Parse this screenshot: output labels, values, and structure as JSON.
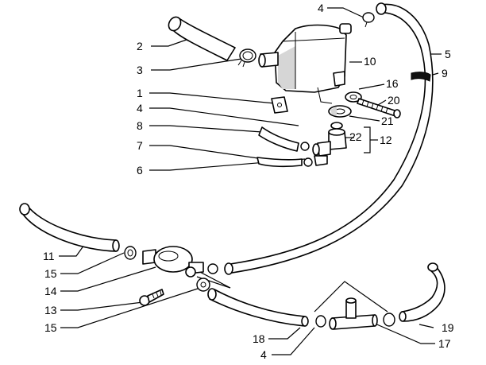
{
  "callouts": [
    {
      "id": "c4a",
      "text": "4"
    },
    {
      "id": "c5",
      "text": "5"
    },
    {
      "id": "c9",
      "text": "9"
    },
    {
      "id": "c2",
      "text": "2"
    },
    {
      "id": "c3",
      "text": "3"
    },
    {
      "id": "c10",
      "text": "10"
    },
    {
      "id": "c1",
      "text": "1"
    },
    {
      "id": "c16",
      "text": "16"
    },
    {
      "id": "c20",
      "text": "20"
    },
    {
      "id": "c4b",
      "text": "4"
    },
    {
      "id": "c21",
      "text": "21"
    },
    {
      "id": "c8",
      "text": "8"
    },
    {
      "id": "c22",
      "text": "22"
    },
    {
      "id": "c12",
      "text": "12"
    },
    {
      "id": "c7",
      "text": "7"
    },
    {
      "id": "c6",
      "text": "6"
    },
    {
      "id": "c11",
      "text": "11"
    },
    {
      "id": "c15a",
      "text": "15"
    },
    {
      "id": "c14",
      "text": "14"
    },
    {
      "id": "c13",
      "text": "13"
    },
    {
      "id": "c15b",
      "text": "15"
    },
    {
      "id": "c18",
      "text": "18"
    },
    {
      "id": "c19",
      "text": "19"
    },
    {
      "id": "c4c",
      "text": "4"
    },
    {
      "id": "c17",
      "text": "17"
    }
  ]
}
